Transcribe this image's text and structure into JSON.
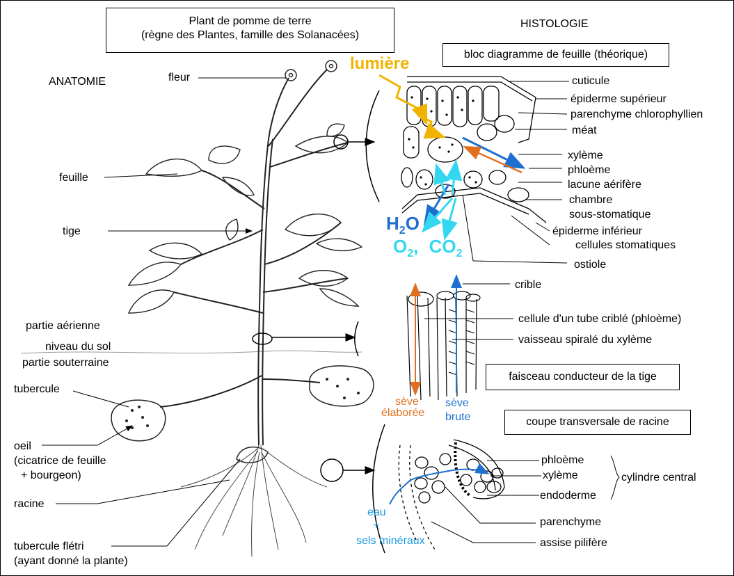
{
  "title_box": {
    "line1": "Plant de pomme de terre",
    "line2": "(règne des Plantes, famille des Solanacées)"
  },
  "sections": {
    "anatomie": "ANATOMIE",
    "histologie": "HISTOLOGIE"
  },
  "leaf_block_title": "bloc diagramme de feuille (théorique)",
  "anatomy_labels": {
    "fleur": "fleur",
    "feuille": "feuille",
    "tige": "tige",
    "partie_aerienne": "partie aérienne",
    "niveau_sol": "niveau du sol",
    "partie_souterraine": "partie souterraine",
    "tubercule": "tubercule",
    "oeil_1": "oeil",
    "oeil_2": "(cicatrice de feuille",
    "oeil_3": "+ bourgeon)",
    "racine": "racine",
    "tubercule_fletri_1": "tubercule flétri",
    "tubercule_fletri_2": "(ayant donné la plante)"
  },
  "leaf_labels": {
    "cuticule": "cuticule",
    "epiderme_sup": "épiderme supérieur",
    "parenchyme_chloro": "parenchyme chlorophyllien",
    "meat": "méat",
    "xyleme": "xylème",
    "phloeme": "phloème",
    "lacune": "lacune aérifère",
    "chambre_1": "chambre",
    "chambre_2": "sous-stomatique",
    "epiderme_inf": "épiderme inférieur",
    "cellules_stomatiques": "cellules stomatiques",
    "ostiole": "ostiole"
  },
  "gas": {
    "lumiere": "lumière",
    "h": "H",
    "h_sub": "2",
    "o": "O",
    "o2": "O",
    "o2_sub": "2",
    "comma": ",",
    "co": "CO",
    "co_sub": "2"
  },
  "stem_labels": {
    "crible": "crible",
    "tube_crible": "cellule d'un tube criblé (phloème)",
    "vaisseau": "vaisseau spiralé du xylème",
    "faisceau_box": "faisceau conducteur de la tige",
    "seve_elab_1": "sève",
    "seve_elab_2": "élaborée",
    "seve_brute_1": "sève",
    "seve_brute_2": "brute"
  },
  "root_labels": {
    "coupe_box": "coupe transversale de racine",
    "phloeme": "phloème",
    "xyleme": "xylème",
    "endoderme": "endoderme",
    "cylindre": "cylindre central",
    "parenchyme": "parenchyme",
    "assise": "assise pilifère",
    "eau_1": "eau",
    "eau_2": "+",
    "eau_3": "sels minéraux"
  },
  "colors": {
    "light": "#f0b400",
    "water": "#1e6fd0",
    "gas": "#33d8f0",
    "sap_elab": "#e07020",
    "sap_raw": "#1e6fd0"
  }
}
